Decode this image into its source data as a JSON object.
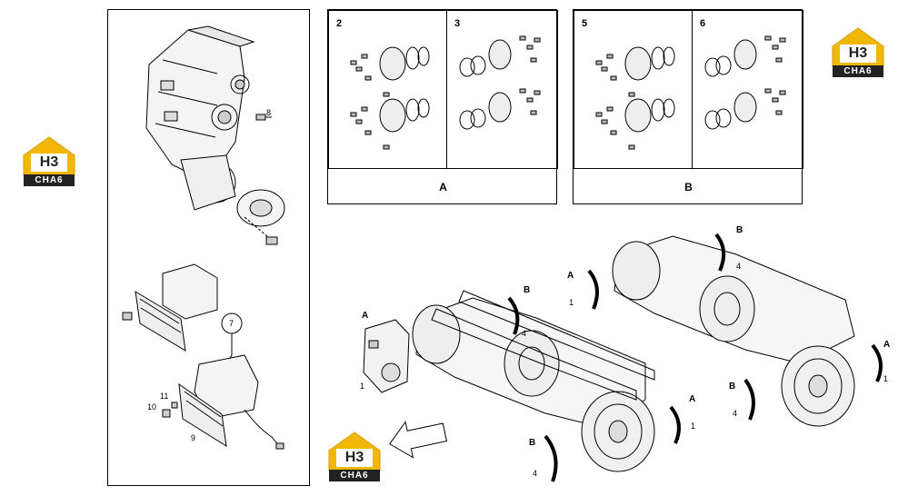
{
  "logos": {
    "text_top": "H3",
    "text_bottom": "CHA6",
    "house_color": "#f2b705",
    "bar_color": "#222222"
  },
  "left_panel": {
    "callouts": [
      "8",
      "7",
      "11",
      "10",
      "9"
    ]
  },
  "box_a": {
    "cell_left": "2",
    "cell_right": "3",
    "label": "A"
  },
  "box_b": {
    "cell_left": "5",
    "cell_right": "6",
    "label": "B"
  },
  "axle_view": {
    "marker_a": "A",
    "marker_b": "B",
    "ref_1": "1",
    "ref_4": "4"
  },
  "colors": {
    "line": "#000000",
    "background": "#ffffff"
  }
}
